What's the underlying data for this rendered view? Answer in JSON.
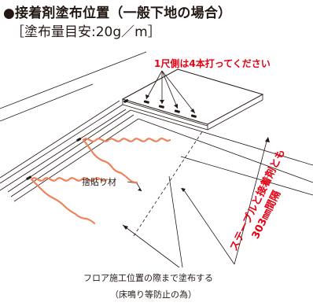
{
  "header": {
    "title": "●接着剤塗布位置（一般下地の場合）",
    "subtitle": "［塗布量目安:20g／m］"
  },
  "annotations": {
    "nail_note": "1尺側は4本打ってください",
    "sutetsuke": "捨貼り材",
    "spacing_line1": "ステープルと接着剤とも",
    "spacing_line2": "303㎜間隔",
    "bottom_line1": "フロア施工位置の際まで塗布する",
    "bottom_line2": "（床鳴り等防止の為）"
  },
  "colors": {
    "ink": "#231815",
    "accent_red": "#e60012",
    "adhesive_wave": "#f0825a"
  }
}
